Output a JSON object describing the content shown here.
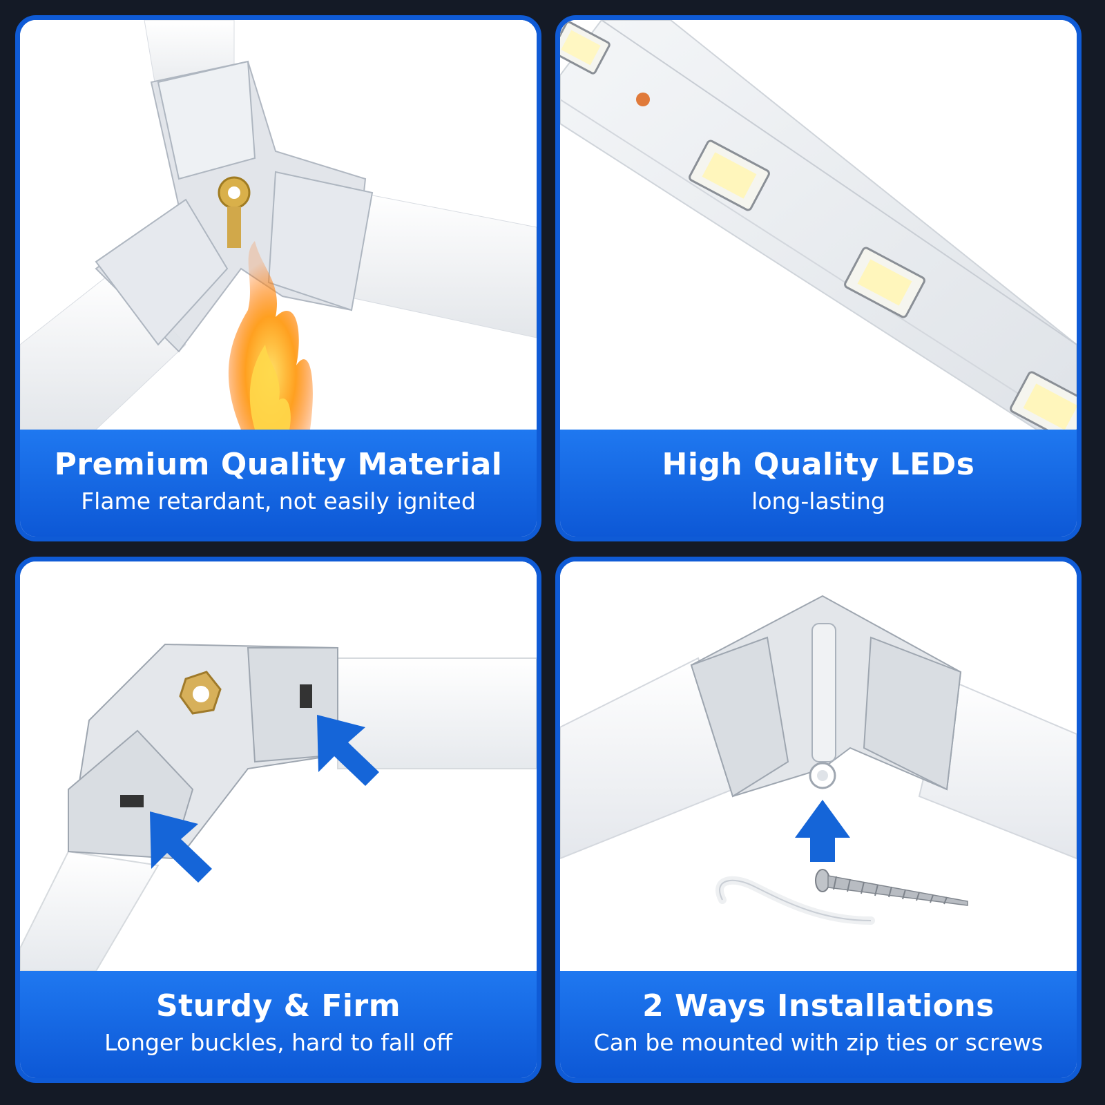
{
  "panels": [
    {
      "title": "Premium Quality Material",
      "subtitle": "Flame retardant, not easily ignited",
      "image_icon": "y-connector-flame-icon"
    },
    {
      "title": "High Quality LEDs",
      "subtitle": "long-lasting",
      "image_icon": "led-strip-icon"
    },
    {
      "title": "Sturdy & Firm",
      "subtitle": "Longer buckles, hard to fall off",
      "image_icon": "l-connector-buckle-icon"
    },
    {
      "title": "2 Ways Installations",
      "subtitle": "Can be mounted with zip ties or screws",
      "image_icon": "corner-connector-screw-icon"
    }
  ],
  "colors": {
    "background": "#141a26",
    "accent": "#0f5bd6",
    "caption_text": "#ffffff"
  }
}
